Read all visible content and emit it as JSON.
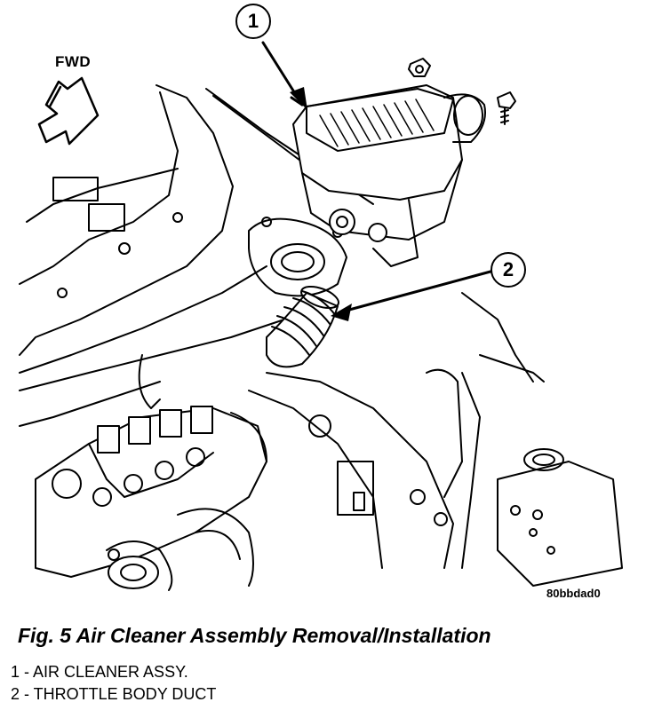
{
  "figure": {
    "direction_label": "FWD",
    "callouts": [
      "1",
      "2"
    ],
    "image_code": "80bbdad0",
    "caption": "Fig. 5 Air Cleaner Assembly Removal/Installation",
    "legend": [
      "1 - AIR CLEANER ASSY.",
      "2 - THROTTLE BODY DUCT"
    ]
  }
}
